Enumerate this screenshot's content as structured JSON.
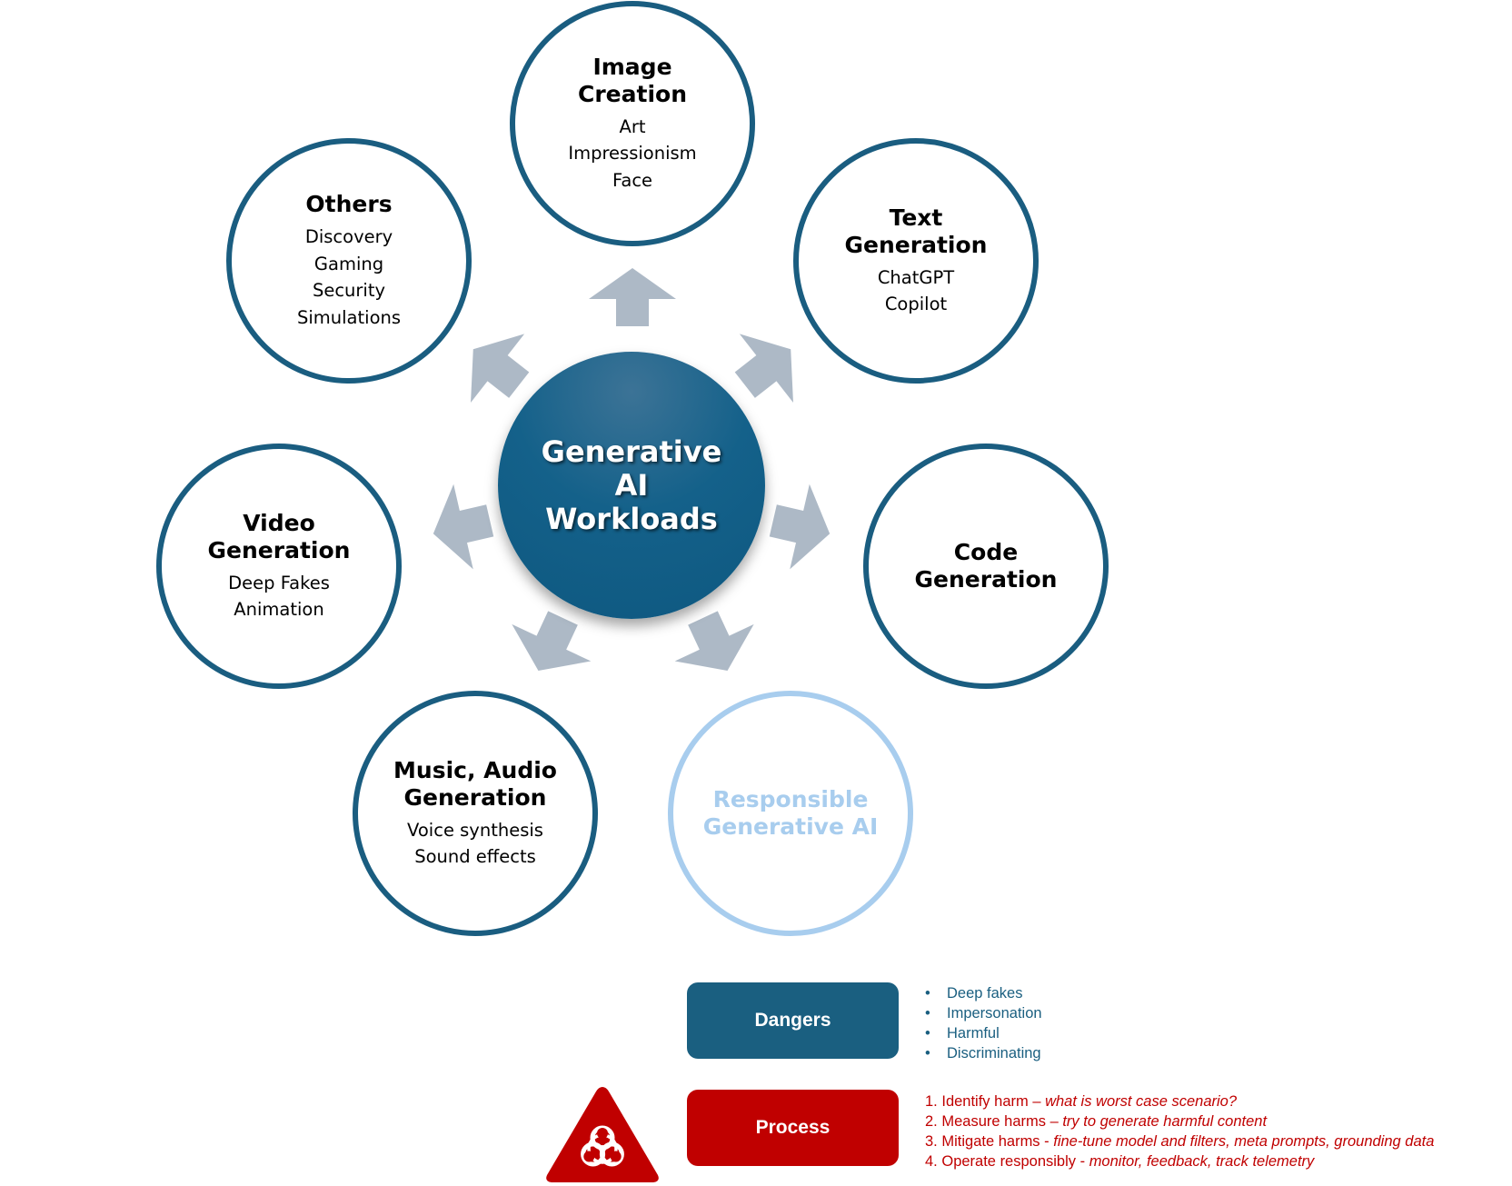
{
  "hub": {
    "title": "Generative AI Workloads"
  },
  "nodes": {
    "image": {
      "title": "Image Creation",
      "items": [
        "Art",
        "Impressionism",
        "Face"
      ]
    },
    "text": {
      "title": "Text Generation",
      "items": [
        "ChatGPT",
        "Copilot"
      ]
    },
    "code": {
      "title": "Code Generation"
    },
    "responsible": {
      "title": "Responsible Generative AI"
    },
    "music": {
      "title": "Music, Audio Generation",
      "items": [
        "Voice synthesis",
        "Sound effects"
      ]
    },
    "video": {
      "title": "Video Generation",
      "items": [
        "Deep Fakes",
        "Animation"
      ]
    },
    "others": {
      "title": "Others",
      "items": [
        "Discovery",
        "Gaming",
        "Security",
        "Simulations"
      ]
    }
  },
  "dangers": {
    "label": "Dangers",
    "items": [
      "Deep fakes",
      "Impersonation",
      "Harmful",
      "Discriminating"
    ]
  },
  "process": {
    "label": "Process",
    "steps": [
      {
        "num": "1.",
        "text": "Identify harm – ",
        "italic": "what is worst case scenario?"
      },
      {
        "num": "2.",
        "text": "Measure harms – ",
        "italic": "try to generate harmful content"
      },
      {
        "num": "3.",
        "text": "Mitigate harms - ",
        "italic": "fine-tune model and filters, meta prompts, grounding data"
      },
      {
        "num": "4.",
        "text": "Operate responsibly -  ",
        "italic": "monitor, feedback, track telemetry"
      }
    ]
  },
  "colors": {
    "node_border": "#1a5d80",
    "responsible_border": "#a8cdee",
    "arrow": "#adb9c6",
    "dangers": "#1a5f80",
    "process": "#c00000"
  },
  "icons": {
    "hazard": "biohazard-warning-icon"
  }
}
